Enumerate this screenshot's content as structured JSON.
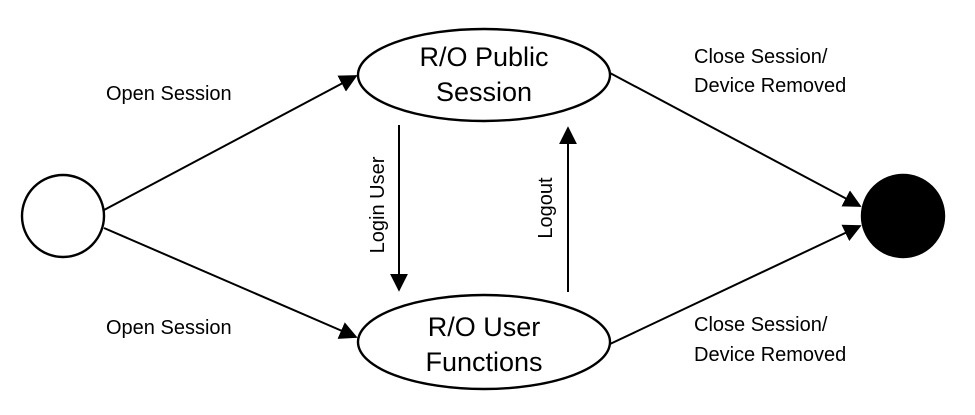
{
  "states": {
    "public_session": {
      "line1": "R/O Public",
      "line2": "Session"
    },
    "user_functions": {
      "line1": "R/O User",
      "line2": "Functions"
    }
  },
  "transitions": {
    "open_session_top": "Open Session",
    "open_session_bottom": "Open Session",
    "close_top": {
      "line1": "Close Session/",
      "line2": "Device Removed"
    },
    "close_bottom": {
      "line1": "Close Session/",
      "line2": "Device Removed"
    },
    "login_user": "Login User",
    "logout": "Logout"
  },
  "colors": {
    "stroke": "#000000",
    "end_fill": "#000000",
    "start_fill": "#ffffff"
  }
}
